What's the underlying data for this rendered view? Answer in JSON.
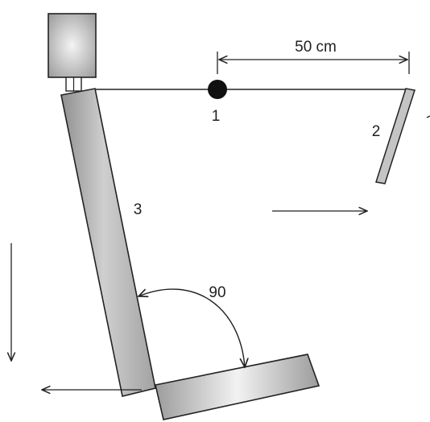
{
  "labels": {
    "distance": "50 cm",
    "point": "1",
    "mirror": "2",
    "board": "3",
    "angle": "90"
  },
  "colors": {
    "ink": "#222222",
    "panel_fill_light": "#f2f2f2",
    "panel_fill_dark": "#9a9a9a",
    "mirror_fill": "#c4c4c4"
  }
}
